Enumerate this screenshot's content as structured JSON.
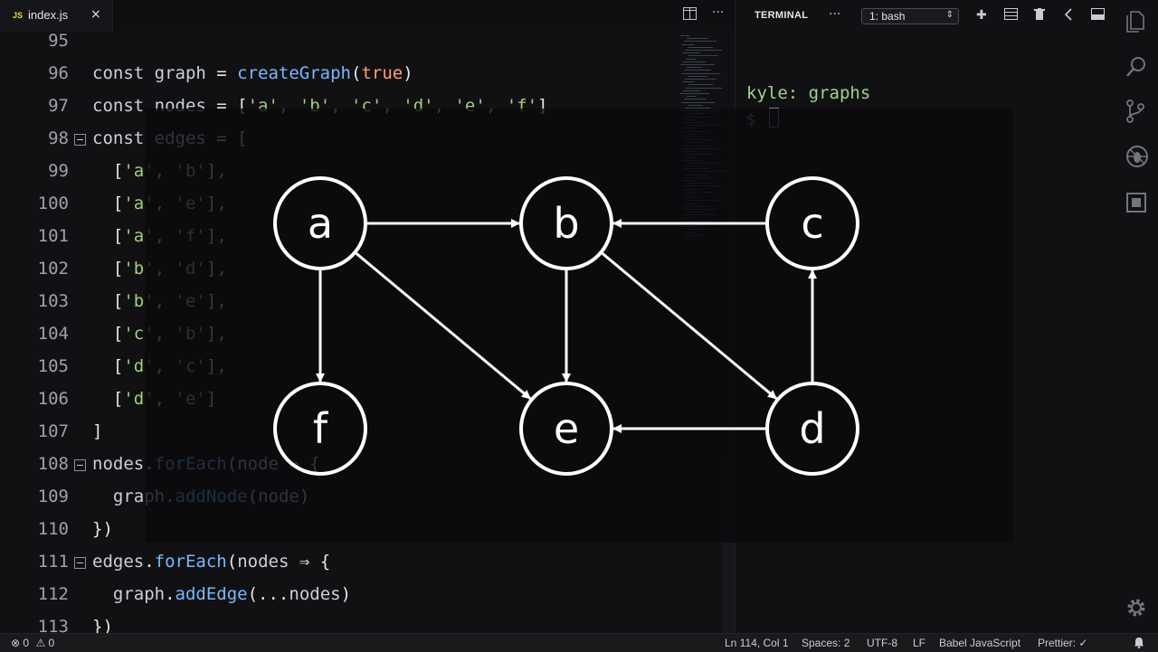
{
  "tab": {
    "badge": "JS",
    "filename": "index.js",
    "close": "×"
  },
  "editor_toolbar": {
    "split_icon": "split-editor-icon",
    "more": "···"
  },
  "code_lines": [
    {
      "n": "95",
      "tokens": []
    },
    {
      "n": "96",
      "tokens": [
        [
          "k",
          "const "
        ],
        [
          "k",
          "graph "
        ],
        [
          "pu",
          "= "
        ],
        [
          "fn",
          "createGraph"
        ],
        [
          "pu",
          "("
        ],
        [
          "bl",
          "true"
        ],
        [
          "pu",
          ")"
        ]
      ]
    },
    {
      "n": "97",
      "tokens": [
        [
          "k",
          "const "
        ],
        [
          "k",
          "nodes "
        ],
        [
          "pu",
          "= ["
        ],
        [
          "st",
          "'a'"
        ],
        [
          "pu",
          ", "
        ],
        [
          "st",
          "'b'"
        ],
        [
          "pu",
          ", "
        ],
        [
          "st",
          "'c'"
        ],
        [
          "pu",
          ", "
        ],
        [
          "st",
          "'d'"
        ],
        [
          "pu",
          ", "
        ],
        [
          "st",
          "'e'"
        ],
        [
          "pu",
          ", "
        ],
        [
          "st",
          "'f'"
        ],
        [
          "pu",
          "]"
        ]
      ]
    },
    {
      "n": "98",
      "fold": true,
      "tokens": [
        [
          "k",
          "const "
        ],
        [
          "k",
          "edges "
        ],
        [
          "pu",
          "= ["
        ]
      ]
    },
    {
      "n": "99",
      "tokens": [
        [
          "pu",
          "  ["
        ],
        [
          "st",
          "'a'"
        ],
        [
          "pu",
          ", "
        ],
        [
          "st",
          "'b'"
        ],
        [
          "pu",
          "],"
        ]
      ]
    },
    {
      "n": "100",
      "tokens": [
        [
          "pu",
          "  ["
        ],
        [
          "st",
          "'a'"
        ],
        [
          "pu",
          ", "
        ],
        [
          "st",
          "'e'"
        ],
        [
          "pu",
          "],"
        ]
      ]
    },
    {
      "n": "101",
      "tokens": [
        [
          "pu",
          "  ["
        ],
        [
          "st",
          "'a'"
        ],
        [
          "pu",
          ", "
        ],
        [
          "st",
          "'f'"
        ],
        [
          "pu",
          "],"
        ]
      ]
    },
    {
      "n": "102",
      "tokens": [
        [
          "pu",
          "  ["
        ],
        [
          "st",
          "'b'"
        ],
        [
          "pu",
          ", "
        ],
        [
          "st",
          "'d'"
        ],
        [
          "pu",
          "],"
        ]
      ]
    },
    {
      "n": "103",
      "tokens": [
        [
          "pu",
          "  ["
        ],
        [
          "st",
          "'b'"
        ],
        [
          "pu",
          ", "
        ],
        [
          "st",
          "'e'"
        ],
        [
          "pu",
          "],"
        ]
      ]
    },
    {
      "n": "104",
      "tokens": [
        [
          "pu",
          "  ["
        ],
        [
          "st",
          "'c'"
        ],
        [
          "pu",
          ", "
        ],
        [
          "st",
          "'b'"
        ],
        [
          "pu",
          "],"
        ]
      ]
    },
    {
      "n": "105",
      "tokens": [
        [
          "pu",
          "  ["
        ],
        [
          "st",
          "'d'"
        ],
        [
          "pu",
          ", "
        ],
        [
          "st",
          "'c'"
        ],
        [
          "pu",
          "],"
        ]
      ]
    },
    {
      "n": "106",
      "tokens": [
        [
          "pu",
          "  ["
        ],
        [
          "st",
          "'d'"
        ],
        [
          "pu",
          ", "
        ],
        [
          "st",
          "'e'"
        ],
        [
          "pu",
          "]"
        ]
      ]
    },
    {
      "n": "107",
      "tokens": [
        [
          "pu",
          "]"
        ]
      ]
    },
    {
      "n": "108",
      "fold": true,
      "tokens": [
        [
          "k",
          "nodes"
        ],
        [
          "pu",
          "."
        ],
        [
          "mt",
          "forEach"
        ],
        [
          "pu",
          "("
        ],
        [
          "k",
          "node "
        ],
        [
          "pu",
          "⇒ {"
        ]
      ]
    },
    {
      "n": "109",
      "tokens": [
        [
          "k",
          "  graph"
        ],
        [
          "pu",
          "."
        ],
        [
          "mt",
          "addNode"
        ],
        [
          "pu",
          "("
        ],
        [
          "k",
          "node"
        ],
        [
          "pu",
          ")"
        ]
      ]
    },
    {
      "n": "110",
      "tokens": [
        [
          "pu",
          "})"
        ]
      ]
    },
    {
      "n": "111",
      "fold": true,
      "tokens": [
        [
          "k",
          "edges"
        ],
        [
          "pu",
          "."
        ],
        [
          "mt",
          "forEach"
        ],
        [
          "pu",
          "("
        ],
        [
          "k",
          "nodes "
        ],
        [
          "pu",
          "⇒ {"
        ]
      ]
    },
    {
      "n": "112",
      "tokens": [
        [
          "k",
          "  graph"
        ],
        [
          "pu",
          "."
        ],
        [
          "mt",
          "addEdge"
        ],
        [
          "pu",
          "(..."
        ],
        [
          "k",
          "nodes"
        ],
        [
          "pu",
          ")"
        ]
      ]
    },
    {
      "n": "113",
      "tokens": [
        [
          "pu",
          "})"
        ]
      ]
    }
  ],
  "terminal": {
    "title": "TERMINAL",
    "more": "···",
    "shell_select": "1: bash",
    "prompt_user": "kyle: graphs",
    "prompt_symbol": "$",
    "icons": [
      "plus-icon",
      "split-terminal-icon",
      "trash-icon",
      "chevron-left-icon",
      "maximize-panel-icon"
    ]
  },
  "graph": {
    "nodes": [
      {
        "id": "a",
        "label": "a"
      },
      {
        "id": "b",
        "label": "b"
      },
      {
        "id": "c",
        "label": "c"
      },
      {
        "id": "f",
        "label": "f"
      },
      {
        "id": "e",
        "label": "e"
      },
      {
        "id": "d",
        "label": "d"
      }
    ],
    "edges": [
      [
        "a",
        "b"
      ],
      [
        "a",
        "e"
      ],
      [
        "a",
        "f"
      ],
      [
        "b",
        "d"
      ],
      [
        "b",
        "e"
      ],
      [
        "c",
        "b"
      ],
      [
        "d",
        "c"
      ],
      [
        "d",
        "e"
      ]
    ]
  },
  "statusbar": {
    "errors": "0",
    "warnings": "0",
    "position": "Ln 114, Col 1",
    "spaces": "Spaces: 2",
    "encoding": "UTF-8",
    "eol": "LF",
    "language": "Babel JavaScript",
    "prettier": "Prettier: ✓"
  },
  "colors": {
    "background": "#111114",
    "string": "#9ecf7b",
    "function": "#79b8ff",
    "boolean": "#ff9f6b",
    "prompt": "#9fd38a"
  }
}
